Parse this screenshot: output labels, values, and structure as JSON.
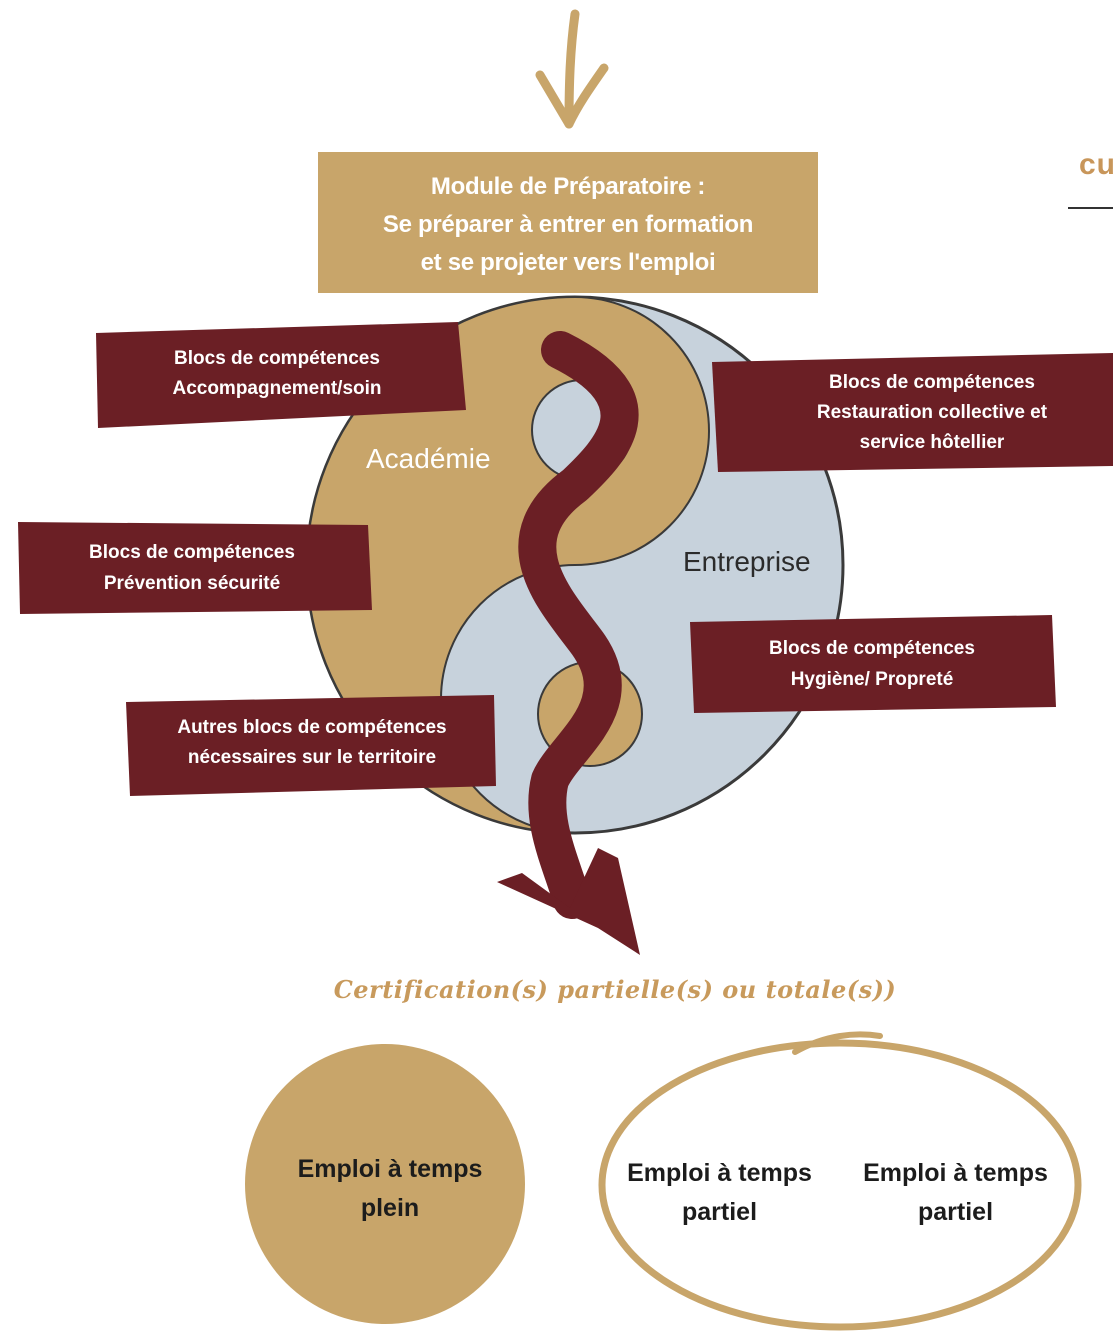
{
  "module": {
    "text": "Module de Préparatoire :\nSe préparer à entrer en formation\net se projeter vers l'emploi"
  },
  "blocks": {
    "accompagnement": "Blocs de compétences\nAccompagnement/soin",
    "restauration": "Blocs de compétences\nRestauration collective et\nservice hôtellier",
    "prevention": "Blocs de compétences\nPrévention sécurité",
    "hygiene": "Blocs de compétences\nHygiène/ Propreté",
    "autres": "Autres blocs de compétences\nnécessaires sur le territoire"
  },
  "labels": {
    "academie": "Académie",
    "entreprise": "Entreprise"
  },
  "certification": "Certification(s) partielle(s) ou totale(s))",
  "outcomes": {
    "plein": "Emploi à temps\nplein",
    "partiel_1": "Emploi à temps\npartiel",
    "partiel_2": "Emploi à temps\npartiel"
  },
  "edge_text": "cu",
  "colors": {
    "gold": "#c8a56a",
    "maroon": "#6b1f25",
    "light_blue": "#c7d2dc",
    "outline": "#3a3a3a"
  }
}
